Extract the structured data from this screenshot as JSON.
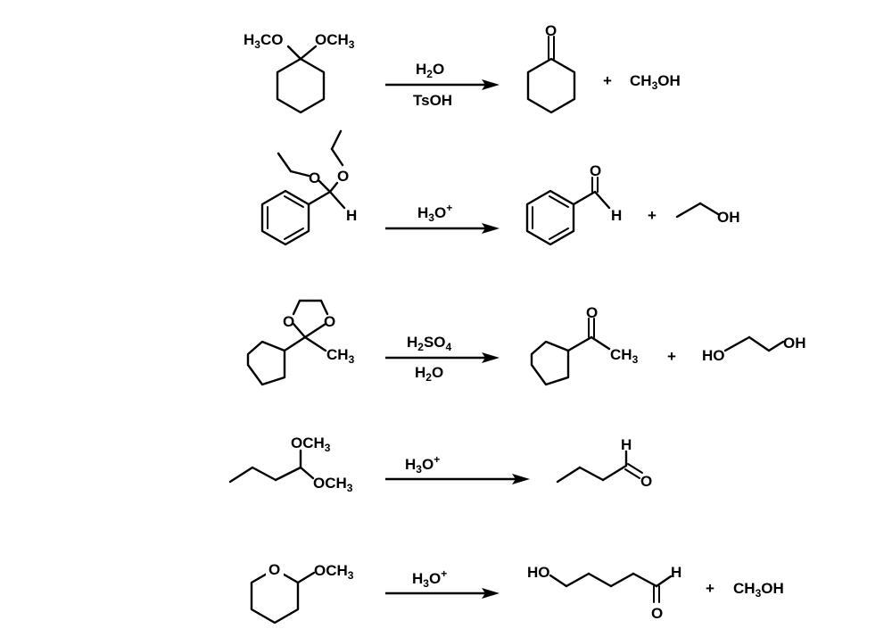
{
  "reactions": [
    {
      "reactant": {
        "label_1": "H3CO",
        "label_2": "OCH3"
      },
      "reagents": [
        "H2O",
        "TsOH"
      ],
      "products": [
        {
          "label": "O"
        },
        {
          "label": "CH3OH"
        }
      ],
      "plus": "+"
    },
    {
      "reactant": {
        "label_1": "O",
        "label_2": "O",
        "label_3": "H"
      },
      "reagents": [
        "H3O+"
      ],
      "products": [
        {
          "label_o": "O",
          "label_h": "H"
        },
        {
          "label": "OH"
        }
      ],
      "plus": "+"
    },
    {
      "reactant": {
        "label_1": "O",
        "label_2": "O",
        "label_3": "CH3"
      },
      "reagents": [
        "H2SO4",
        "H2O"
      ],
      "products": [
        {
          "label_o": "O",
          "label_ch3": "CH3"
        },
        {
          "label_1": "HO",
          "label_2": "OH"
        }
      ],
      "plus": "+"
    },
    {
      "reactant": {
        "label_1": "OCH3",
        "label_2": "OCH3"
      },
      "reagents": [
        "H3O+"
      ],
      "products": [
        {
          "label_h": "H",
          "label_o": "O"
        }
      ]
    },
    {
      "reactant": {
        "label_1": "O",
        "label_2": "OCH3"
      },
      "reagents": [
        "H3O+"
      ],
      "products": [
        {
          "label_ho": "HO",
          "label_h": "H",
          "label_o": "O"
        },
        {
          "label": "CH3OH"
        }
      ],
      "plus": "+"
    }
  ]
}
